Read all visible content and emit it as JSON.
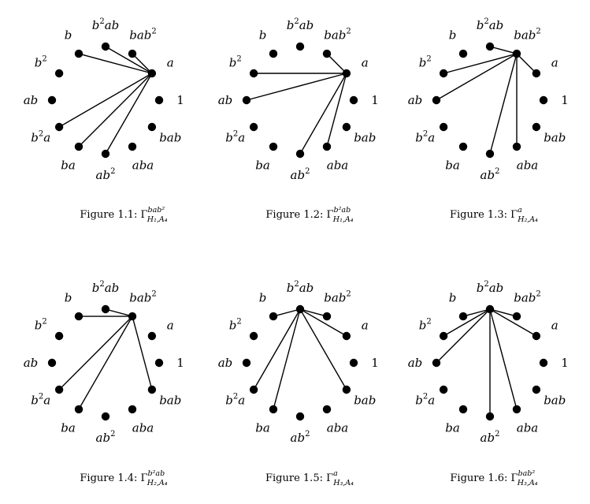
{
  "vertex_labels": [
    "1",
    "bab",
    "aba",
    "ab2",
    "ba",
    "b2a",
    "ab",
    "b2",
    "b",
    "b2ab",
    "bab2",
    "a"
  ],
  "vertex_labels_display": [
    {
      "base": "1",
      "sup": "",
      "post": ""
    },
    {
      "base": "bab",
      "sup": "",
      "post": ""
    },
    {
      "base": "aba",
      "sup": "",
      "post": ""
    },
    {
      "base": "ab",
      "sup": "2",
      "post": ""
    },
    {
      "base": "ba",
      "sup": "",
      "post": ""
    },
    {
      "base": "b",
      "sup": "2",
      "post": "a"
    },
    {
      "base": "ab",
      "sup": "",
      "post": ""
    },
    {
      "base": "b",
      "sup": "2",
      "post": ""
    },
    {
      "base": "b",
      "sup": "",
      "post": ""
    },
    {
      "base": "b",
      "sup": "2",
      "post": "ab"
    },
    {
      "base": "bab",
      "sup": "2",
      "post": ""
    },
    {
      "base": "a",
      "sup": "",
      "post": ""
    }
  ],
  "figures": [
    {
      "caption": "Figure 1.1:",
      "gamma": "Γ",
      "sup": "bab²",
      "sub": "H₁,A₄",
      "center": "a",
      "edges_to": [
        "bab2",
        "b2ab",
        "b",
        "b2a",
        "ba",
        "ab2"
      ]
    },
    {
      "caption": "Figure 1.2:",
      "gamma": "Γ",
      "sup": "b²ab",
      "sub": "H₁,A₄",
      "center": "a",
      "edges_to": [
        "bab2",
        "b2",
        "ab",
        "ab2",
        "aba"
      ]
    },
    {
      "caption": "Figure 1.3:",
      "gamma": "Γ",
      "sup": "a",
      "sub": "H₂,A₄",
      "center": "bab2",
      "edges_to": [
        "a",
        "b2ab",
        "b2",
        "ab",
        "ab2",
        "aba"
      ]
    },
    {
      "caption": "Figure 1.4:",
      "gamma": "Γ",
      "sup": "b²ab",
      "sub": "H₂,A₄",
      "center": "bab2",
      "edges_to": [
        "b2ab",
        "b",
        "b2a",
        "ba",
        "bab"
      ]
    },
    {
      "caption": "Figure 1.5:",
      "gamma": "Γ",
      "sup": "a",
      "sub": "H₃,A₄",
      "center": "b2ab",
      "edges_to": [
        "bab2",
        "a",
        "b",
        "b2a",
        "ba",
        "bab"
      ]
    },
    {
      "caption": "Figure 1.6:",
      "gamma": "Γ",
      "sup": "bab²",
      "sub": "H₃,A₄",
      "center": "b2ab",
      "edges_to": [
        "bab2",
        "a",
        "b",
        "b2",
        "ab",
        "ab2",
        "aba"
      ]
    }
  ]
}
